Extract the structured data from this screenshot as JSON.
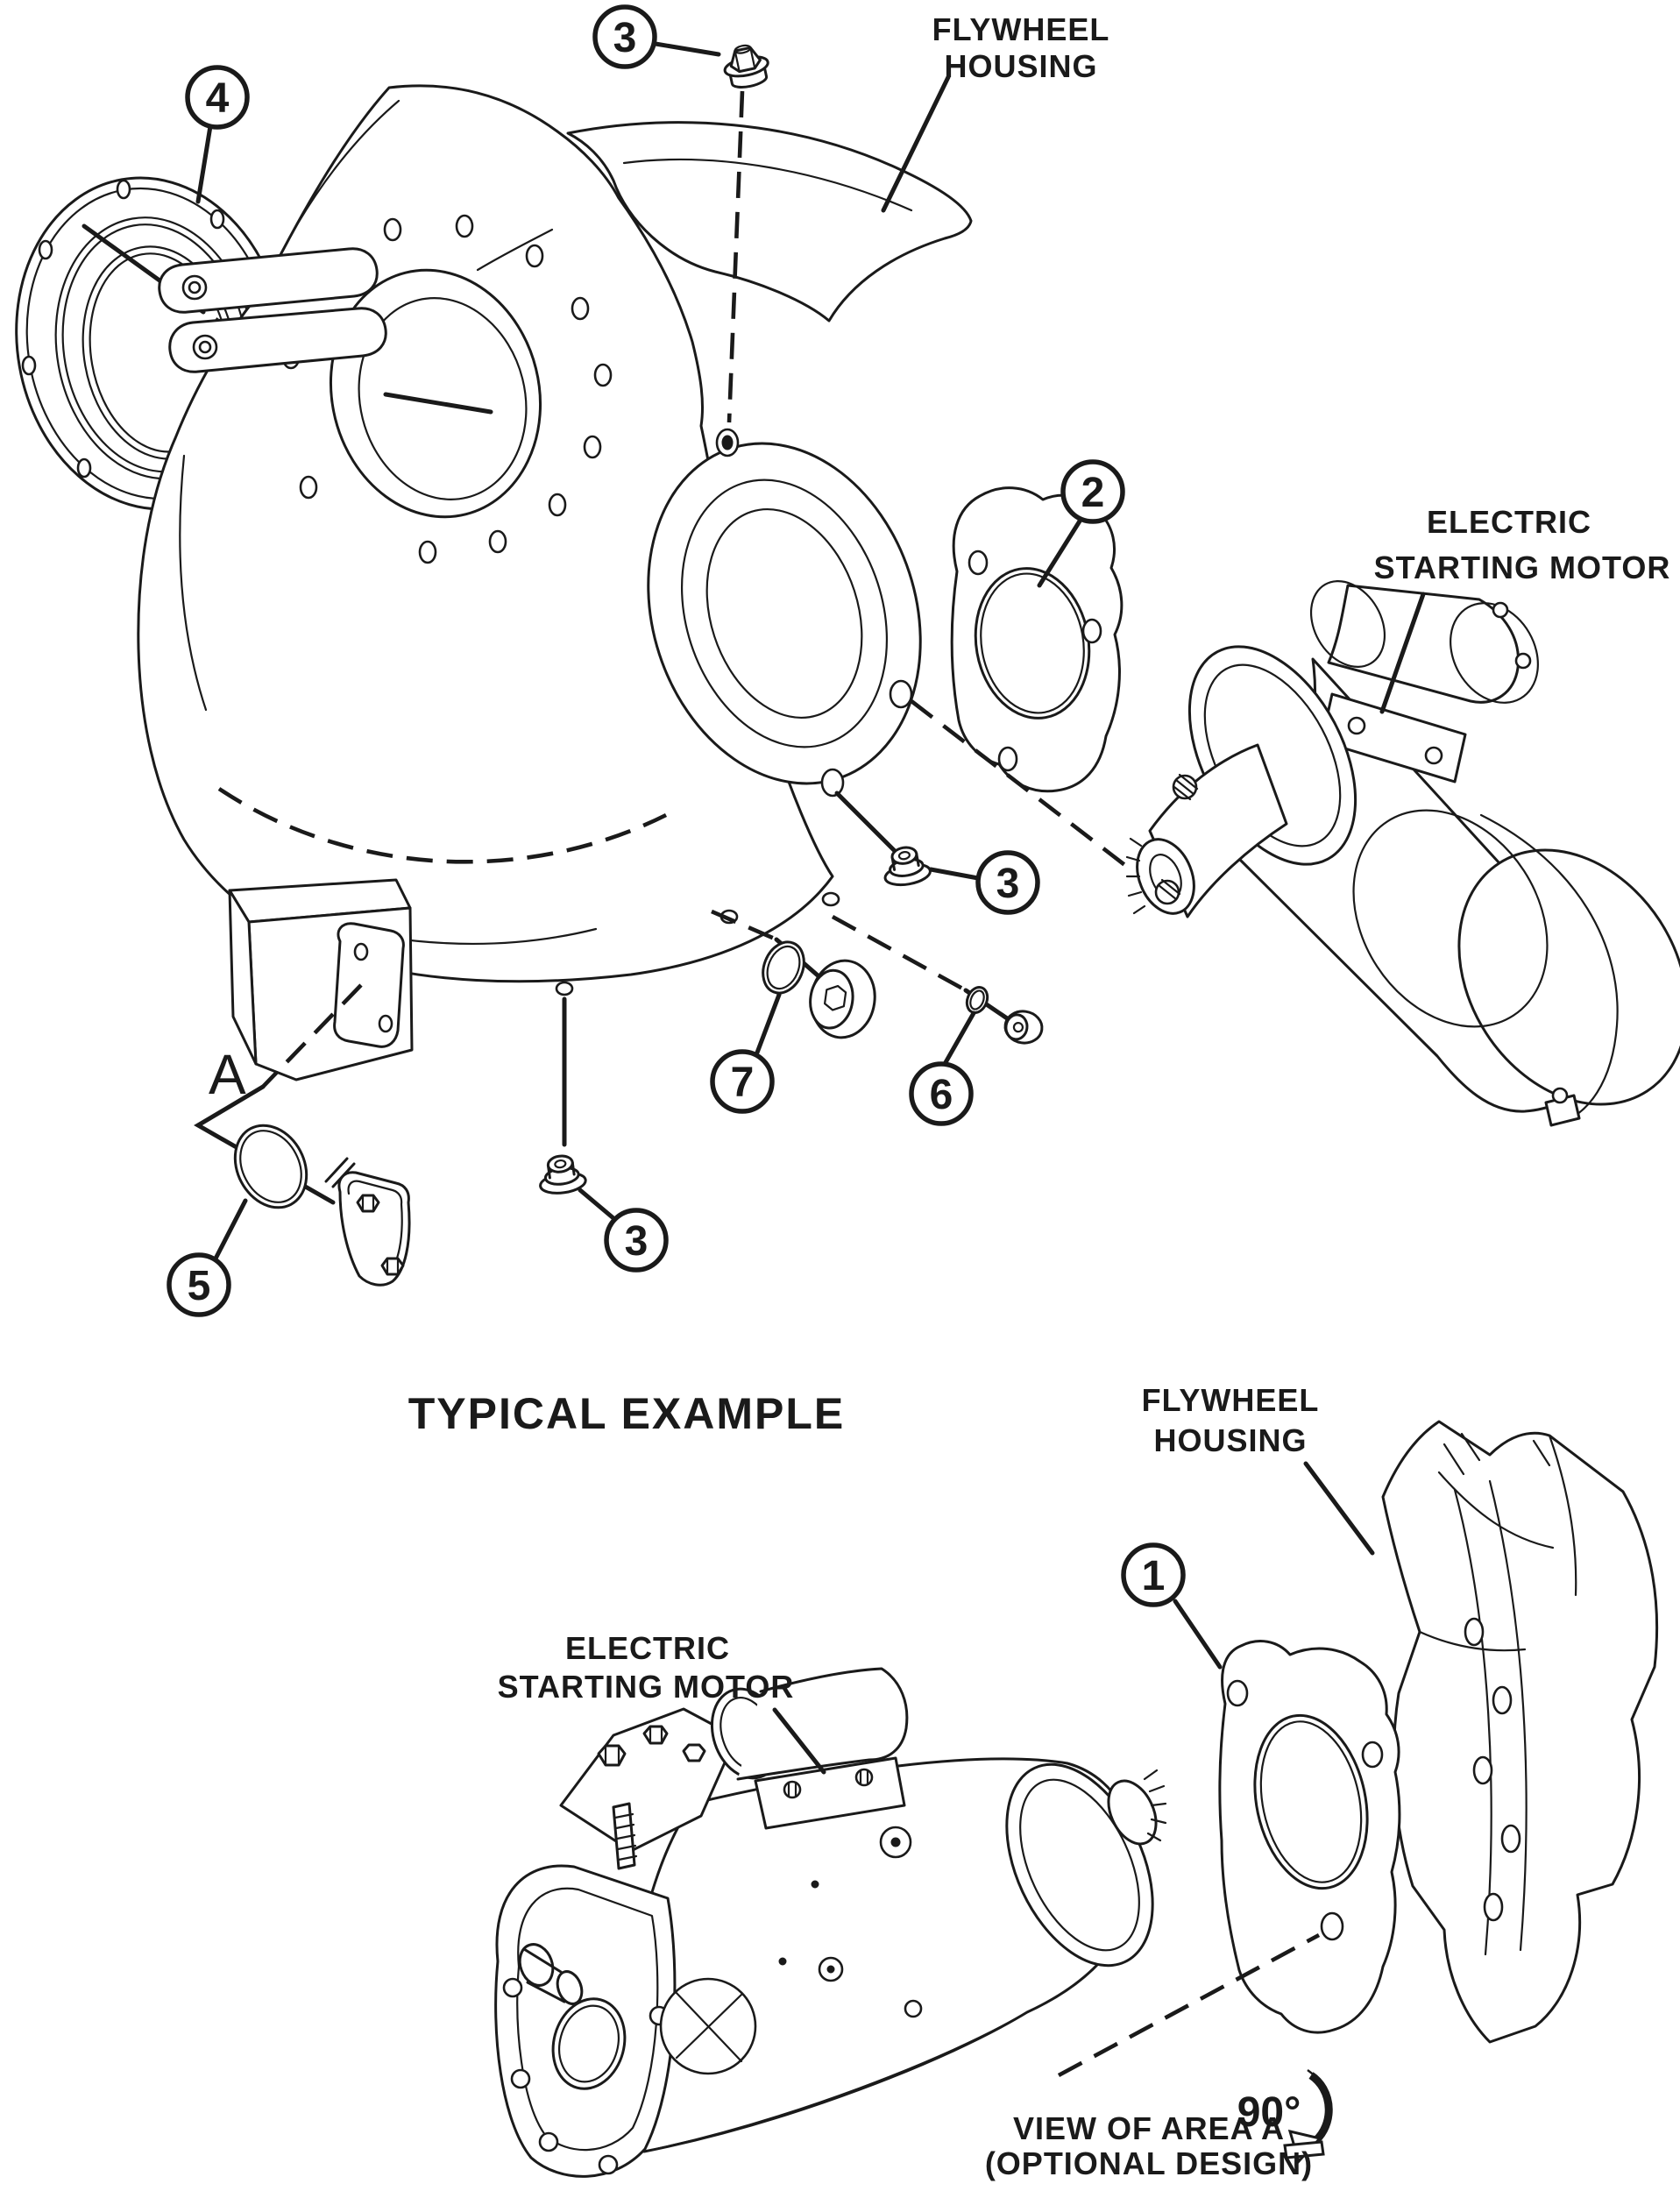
{
  "canvas": {
    "background": "#ffffff",
    "line_color": "#1a1a1a"
  },
  "figure_top": {
    "caption": "TYPICAL EXAMPLE",
    "labels": {
      "flywheel_housing": {
        "line1": "FLYWHEEL",
        "line2": "HOUSING"
      },
      "electric_starting_motor": {
        "line1": "ELECTRIC",
        "line2": "STARTING MOTOR"
      },
      "area_marker": "A"
    },
    "callouts": {
      "seal_ring": "4",
      "plug_top": "3",
      "gasket": "2",
      "plug_mid": "3",
      "plug_bottom": "3",
      "oring_large": "5",
      "oring_small": "6",
      "oring_medium": "7"
    }
  },
  "figure_bottom": {
    "labels": {
      "flywheel_housing": {
        "line1": "FLYWHEEL",
        "line2": "HOUSING"
      },
      "electric_starting_motor": {
        "line1": "ELECTRIC",
        "line2": "STARTING MOTOR"
      }
    },
    "callouts": {
      "gasket": "1"
    },
    "view_caption": {
      "line1": "VIEW OF AREA  A",
      "line2": "(OPTIONAL DESIGN)"
    },
    "rotation_angle": "90°"
  }
}
